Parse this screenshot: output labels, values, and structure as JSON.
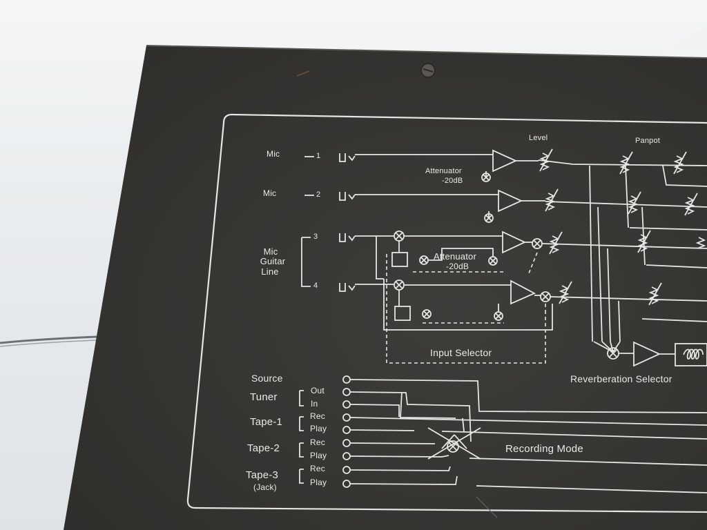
{
  "panel": {
    "inputs": {
      "mic_1": {
        "name": "Mic",
        "number": "1"
      },
      "mic_2": {
        "name": "Mic",
        "number": "2"
      },
      "mic_guitar_line": {
        "name_lines": [
          "Mic",
          "Guitar",
          "Line"
        ],
        "numbers": [
          "3",
          "4"
        ]
      }
    },
    "labels": {
      "level": "Level",
      "panpot": "Panpot",
      "attenuator_1": "Attenuator",
      "attenuator_1_value": "-20dB",
      "attenuator_2": "Attenuator",
      "attenuator_2_value": "-20dB",
      "input_selector": "Input Selector",
      "reverberation_selector": "Reverberation Selector",
      "recording_mode": "Recording Mode"
    },
    "sources": {
      "source": "Source",
      "tuner": {
        "name": "Tuner",
        "out": "Out",
        "in": "In"
      },
      "tape_1": {
        "name": "Tape-1",
        "rec": "Rec",
        "play": "Play"
      },
      "tape_2": {
        "name": "Tape-2",
        "rec": "Rec",
        "play": "Play"
      },
      "tape_3": {
        "name": "Tape-3",
        "note": "(Jack)",
        "rec": "Rec",
        "play": "Play"
      }
    }
  },
  "colors": {
    "panel": "#3b3a37",
    "print": "#e9e9e6",
    "background": "#eef1f2"
  }
}
